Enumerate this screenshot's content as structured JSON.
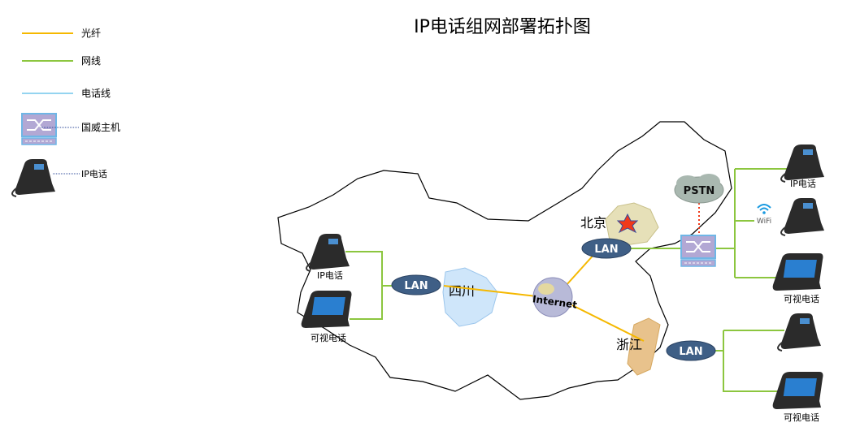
{
  "title": "IP电话组网部署拓扑图",
  "legend": {
    "fiber": "光纤",
    "ethernet": "网线",
    "phone_line": "电话线",
    "host": "国威主机",
    "ip_phone": "IP电话"
  },
  "regions": {
    "beijing": "北京",
    "sichuan": "四川",
    "zhejiang": "浙江"
  },
  "network": {
    "lan": "LAN",
    "pstn": "PSTN",
    "internet": "Internet",
    "wifi": "WiFi"
  },
  "devices": {
    "ip_phone": "IP电话",
    "video_phone": "可视电话"
  },
  "colors": {
    "fiber": "#f5b800",
    "ethernet": "#8cc63f",
    "phone_line": "#29a8e0",
    "lan_cloud": "#3f5f86",
    "pstn_cloud": "#a9b8b0"
  }
}
